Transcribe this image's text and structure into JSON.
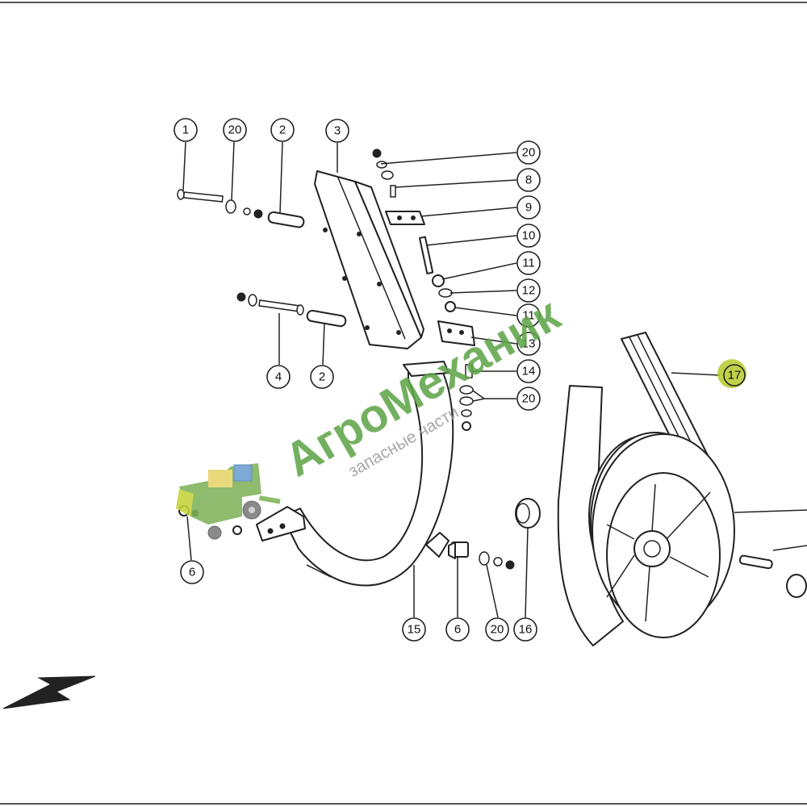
{
  "diagram": {
    "callouts": [
      {
        "id": "c1",
        "label": "1"
      },
      {
        "id": "c20a",
        "label": "20"
      },
      {
        "id": "c2a",
        "label": "2"
      },
      {
        "id": "c3",
        "label": "3"
      },
      {
        "id": "c20b",
        "label": "20"
      },
      {
        "id": "c8",
        "label": "8"
      },
      {
        "id": "c9",
        "label": "9"
      },
      {
        "id": "c10",
        "label": "10"
      },
      {
        "id": "c11a",
        "label": "11"
      },
      {
        "id": "c12",
        "label": "12"
      },
      {
        "id": "c11b",
        "label": "11"
      },
      {
        "id": "c13",
        "label": "13"
      },
      {
        "id": "c14",
        "label": "14"
      },
      {
        "id": "c20c",
        "label": "20"
      },
      {
        "id": "c4",
        "label": "4"
      },
      {
        "id": "c2b",
        "label": "2"
      },
      {
        "id": "c17",
        "label": "17"
      },
      {
        "id": "c6a",
        "label": "6"
      },
      {
        "id": "c15",
        "label": "15"
      },
      {
        "id": "c6b",
        "label": "6"
      },
      {
        "id": "c20d",
        "label": "20"
      },
      {
        "id": "c16",
        "label": "16"
      }
    ],
    "highlight_color": "#b5c92a"
  },
  "watermark": {
    "brand": "АгроМеханик",
    "tagline": "запасные части",
    "brand_color_green": "#5fa64a",
    "brand_color_gray": "#9a9a9a"
  }
}
